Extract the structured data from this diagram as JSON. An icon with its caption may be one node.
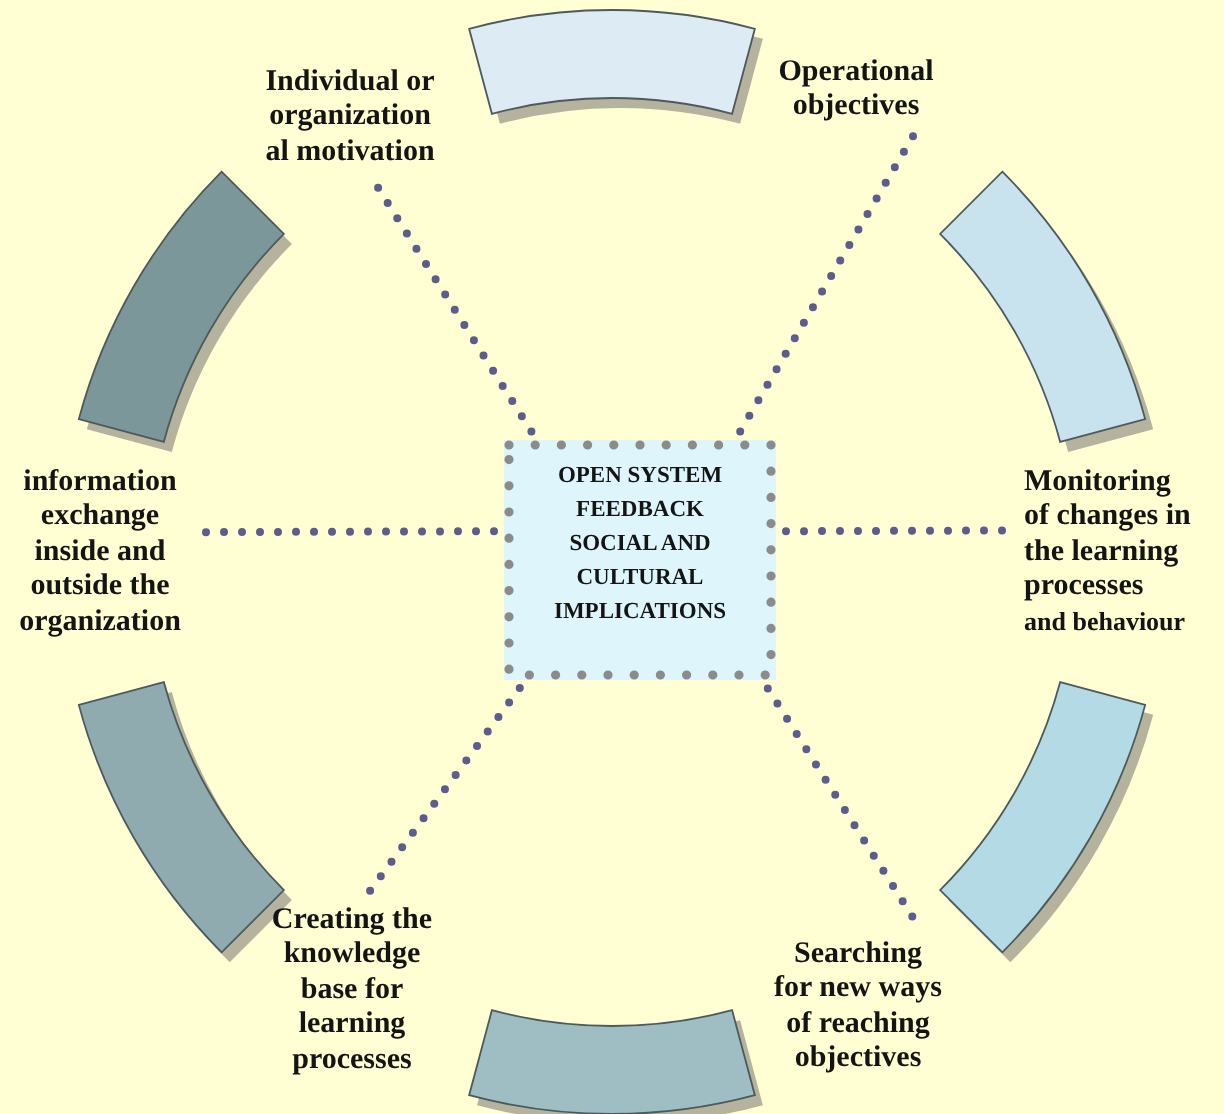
{
  "diagram": {
    "nodes": [
      {
        "text": [
          "Individual or organization al motivation"
        ]
      },
      {
        "text": [],
        "shape": "arc"
      },
      {
        "text": [
          "Operational objectives"
        ]
      },
      {
        "text": [],
        "shape": "arc"
      },
      {
        "text": [],
        "shape": "arc"
      },
      {
        "text": [
          "information exchange inside and outside the organization"
        ]
      },
      {
        "text": [
          "OPEN SYSTEM FEEDBACK SOCIAL AND CULTURAL IMPLICATIONS"
        ]
      },
      {
        "text": [
          "Monitoring of changes in the learning processes",
          "and behaviour"
        ]
      },
      {
        "text": [],
        "shape": "arc"
      },
      {
        "text": [],
        "shape": "arc"
      },
      {
        "text": [
          "Creating the knowledge base for learning processes"
        ]
      },
      {
        "text": [
          "Searching for new ways of reaching objectives"
        ]
      },
      {
        "text": [],
        "shape": "arc"
      }
    ],
    "edges": [
      {
        "from": 6,
        "to": 0,
        "arrow": "none",
        "style": "dashed"
      },
      {
        "from": 6,
        "to": 2,
        "arrow": "none",
        "style": "dashed"
      },
      {
        "from": 6,
        "to": 5,
        "arrow": "none",
        "style": "dashed"
      },
      {
        "from": 6,
        "to": 7,
        "arrow": "none",
        "style": "dashed"
      },
      {
        "from": 6,
        "to": 10,
        "arrow": "none",
        "style": "dashed"
      },
      {
        "from": 6,
        "to": 11,
        "arrow": "none",
        "style": "dashed"
      }
    ]
  }
}
